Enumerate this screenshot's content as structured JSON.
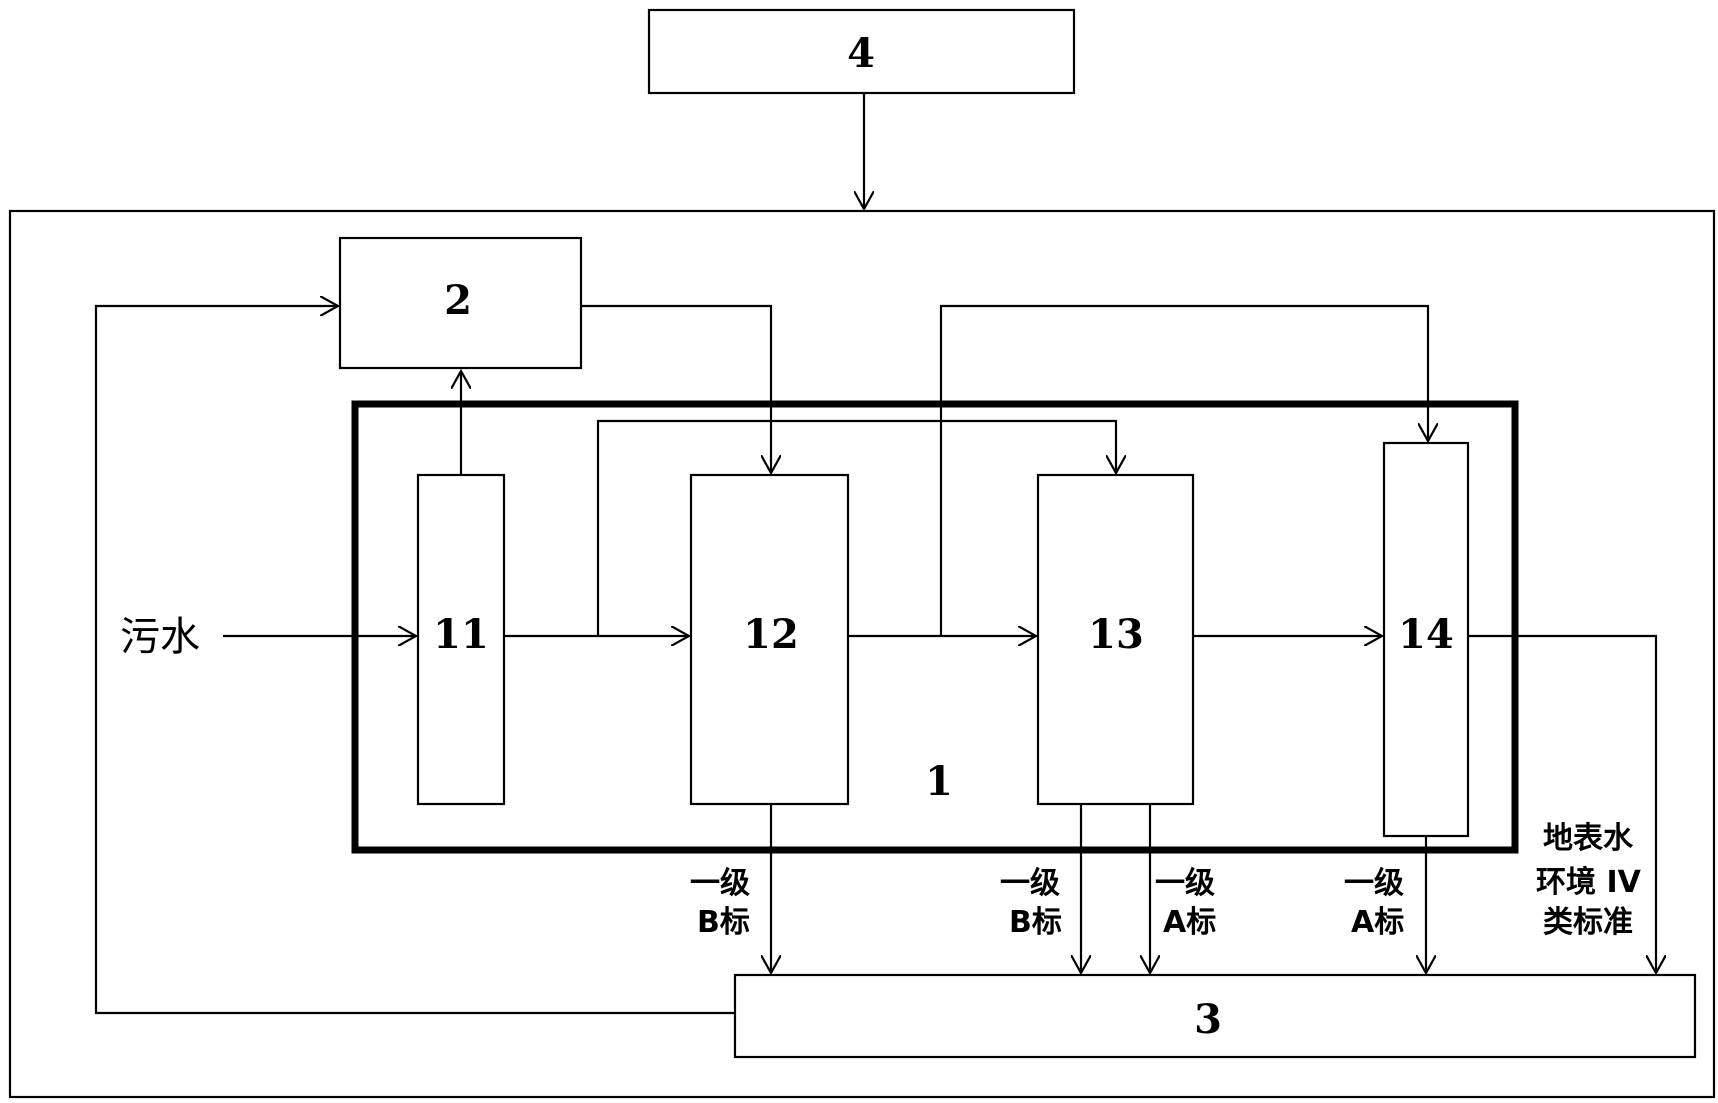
{
  "nodes": {
    "n1": "1",
    "n2": "2",
    "n3": "3",
    "n4": "4",
    "n11": "11",
    "n12": "12",
    "n13": "13",
    "n14": "14"
  },
  "inlet_label": "污水",
  "discharge_labels": {
    "from_12": [
      "一级",
      "B标"
    ],
    "from_13_b": [
      "一级",
      "B标"
    ],
    "from_13_a": [
      "一级",
      "A标"
    ],
    "from_14": [
      "一级",
      "A标"
    ],
    "from_system": [
      "地表水",
      "环境 IV",
      "类标准"
    ]
  }
}
